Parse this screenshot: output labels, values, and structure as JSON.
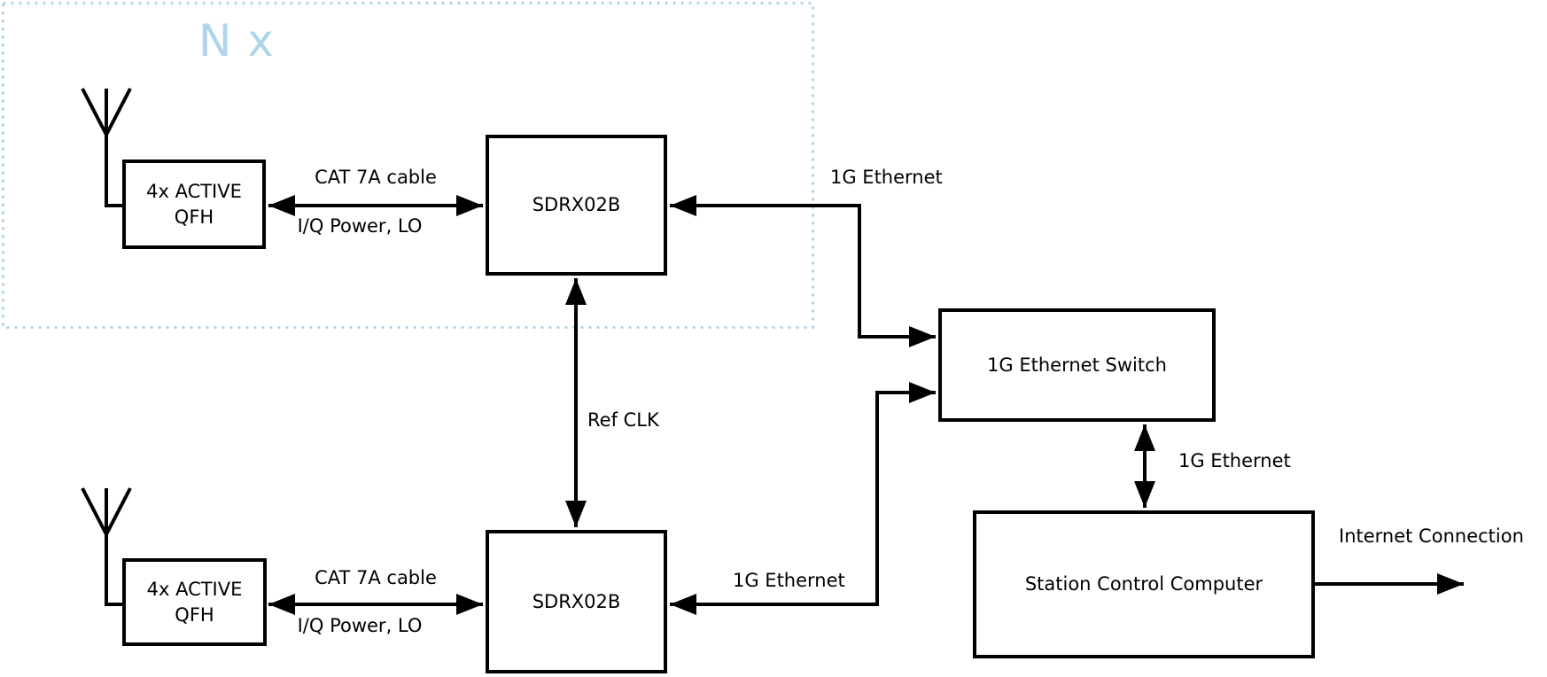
{
  "colors": {
    "accent_light_blue": "#aed6e8",
    "stroke_black": "#000000",
    "background": "#ffffff"
  },
  "replica_group": {
    "count_label": "N x"
  },
  "nodes": {
    "qfh_top": {
      "line1": "4x ACTIVE",
      "line2": "QFH"
    },
    "sdrx_top": {
      "label": "SDRX02B"
    },
    "qfh_bottom": {
      "line1": "4x ACTIVE",
      "line2": "QFH"
    },
    "sdrx_bottom": {
      "label": "SDRX02B"
    },
    "ethernet_switch": {
      "label": "1G Ethernet Switch"
    },
    "station_control_computer": {
      "label": "Station Control Computer"
    }
  },
  "connections": {
    "qfh_sdrx_top": {
      "top_label": "CAT 7A cable",
      "bottom_label": "I/Q Power, LO"
    },
    "qfh_sdrx_bottom": {
      "top_label": "CAT 7A cable",
      "bottom_label": "I/Q Power, LO"
    },
    "sdrx_top_ethernet": {
      "label": "1G Ethernet"
    },
    "sdrx_bottom_ethernet": {
      "label": "1G Ethernet"
    },
    "ref_clk": {
      "label": "Ref CLK"
    },
    "switch_computer": {
      "label": "1G Ethernet"
    },
    "internet": {
      "label": "Internet Connection"
    }
  }
}
